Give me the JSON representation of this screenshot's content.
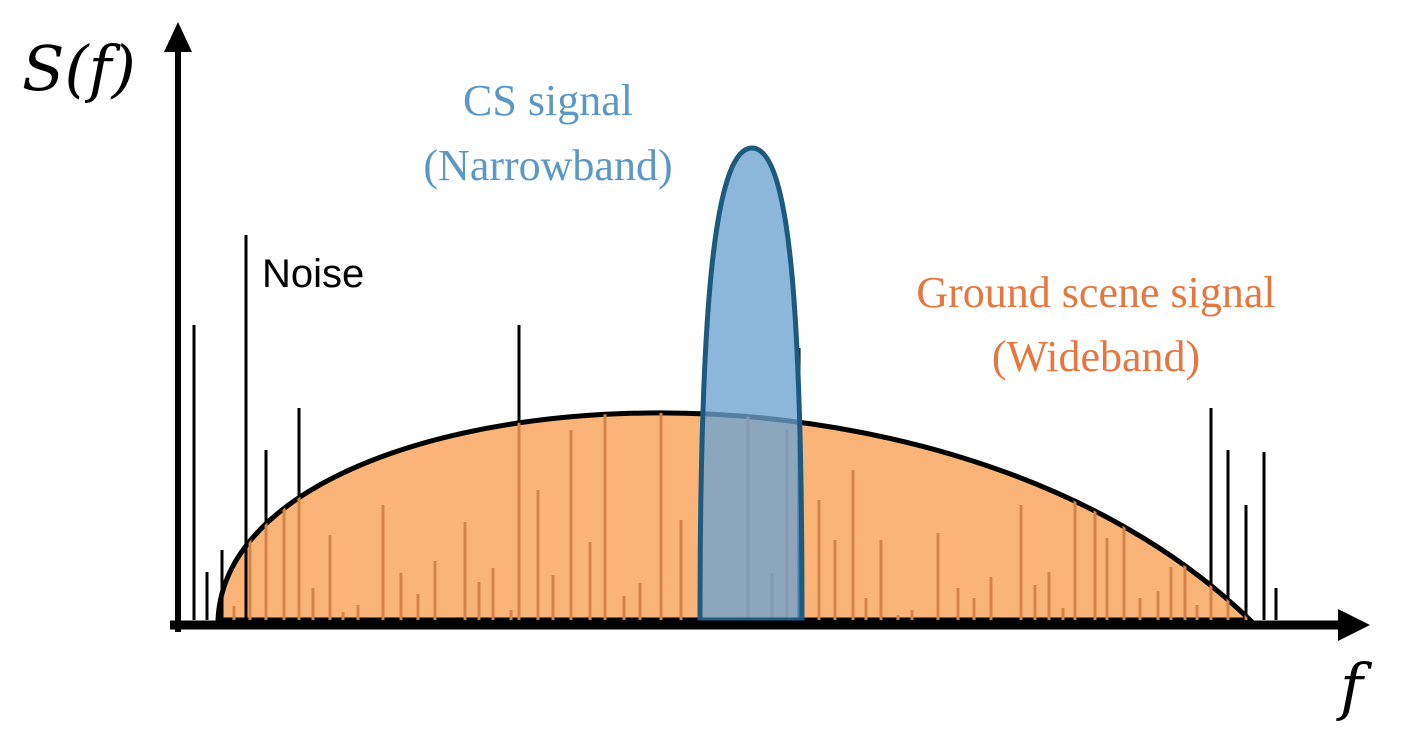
{
  "labels": {
    "y_axis": "S(f)",
    "x_axis": "f",
    "noise": "Noise",
    "cs_line1": "CS signal",
    "cs_line2": "(Narrowband)",
    "ground_line1": "Ground scene signal",
    "ground_line2": "(Wideband)"
  },
  "colors": {
    "axis": "#000000",
    "noise_line": "#000000",
    "noise_line_inside": "#d4844a",
    "ground_fill": "#fbb477",
    "ground_stroke": "#000000",
    "ground_text": "#e5773f",
    "cs_fill": "#6da1d1",
    "cs_stroke": "#1c5a80",
    "cs_text": "#5b98c5"
  }
}
